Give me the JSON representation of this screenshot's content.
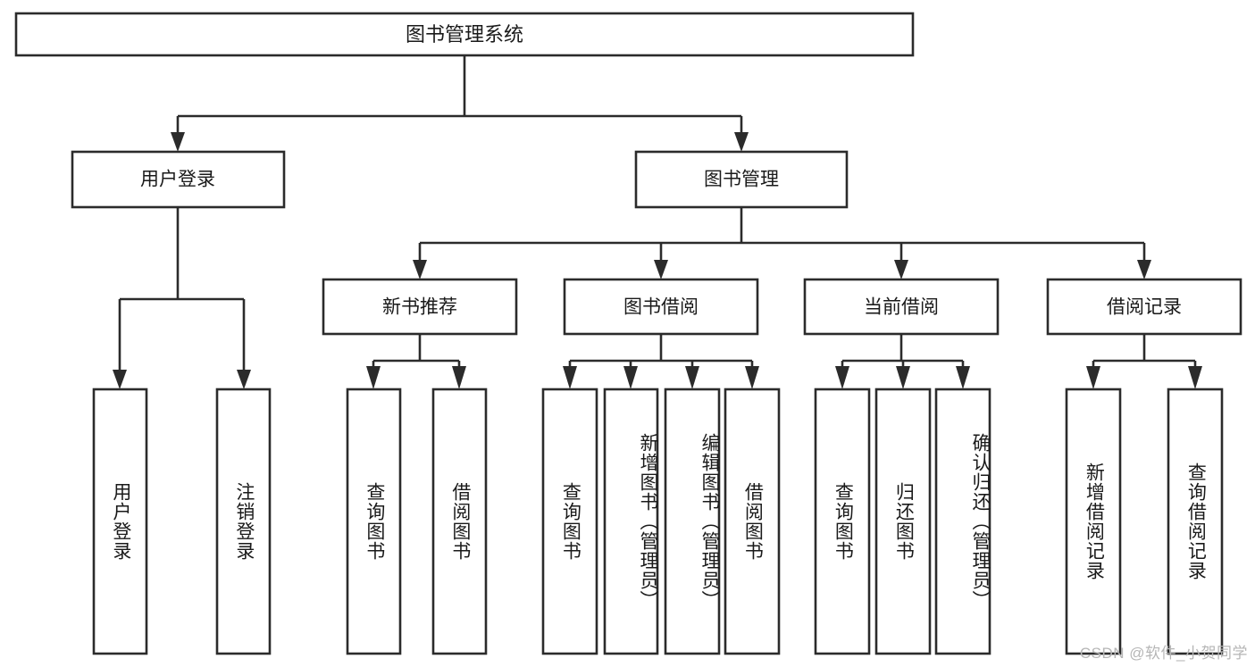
{
  "diagram": {
    "type": "tree",
    "title": "图书管理系统",
    "watermark": "CSDN @软件_小贺同学",
    "root": {
      "label": "图书管理系统",
      "children": [
        {
          "label": "用户登录",
          "children": [
            {
              "label": "用户登录"
            },
            {
              "label": "注销登录"
            }
          ]
        },
        {
          "label": "图书管理",
          "children": [
            {
              "label": "新书推荐",
              "children": [
                {
                  "label": "查询图书"
                },
                {
                  "label": "借阅图书"
                }
              ]
            },
            {
              "label": "图书借阅",
              "children": [
                {
                  "label": "查询图书"
                },
                {
                  "label": "新增图书（管理员）"
                },
                {
                  "label": "编辑图书（管理员）"
                },
                {
                  "label": "借阅图书"
                }
              ]
            },
            {
              "label": "当前借阅",
              "children": [
                {
                  "label": "查询图书"
                },
                {
                  "label": "归还图书"
                },
                {
                  "label": "确认归还（管理员）"
                }
              ]
            },
            {
              "label": "借阅记录",
              "children": [
                {
                  "label": "新增借阅记录"
                },
                {
                  "label": "查询借阅记录"
                }
              ]
            }
          ]
        }
      ]
    },
    "nodes": {
      "root": "图书管理系统",
      "user_login": "用户登录",
      "book_mgmt": "图书管理",
      "new_book_rec": "新书推荐",
      "book_borrow": "图书借阅",
      "current_borrow": "当前借阅",
      "borrow_record": "借阅记录",
      "leaf_user_login": "用户登录",
      "leaf_logout": "注销登录",
      "leaf_rec_query": "查询图书",
      "leaf_rec_borrow": "借阅图书",
      "leaf_borrow_query": "查询图书",
      "leaf_borrow_add": "新增图书（管理员）",
      "leaf_borrow_edit": "编辑图书（管理员）",
      "leaf_borrow_do": "借阅图书",
      "leaf_cur_query": "查询图书",
      "leaf_cur_return": "归还图书",
      "leaf_cur_confirm": "确认归还（管理员）",
      "leaf_rec_add": "新增借阅记录",
      "leaf_rec_search": "查询借阅记录"
    },
    "colors": {
      "stroke": "#2b2b2b",
      "fill": "#ffffff",
      "text": "#1a1a1a",
      "watermark": "#b6b6b6",
      "background": "#ffffff"
    }
  }
}
